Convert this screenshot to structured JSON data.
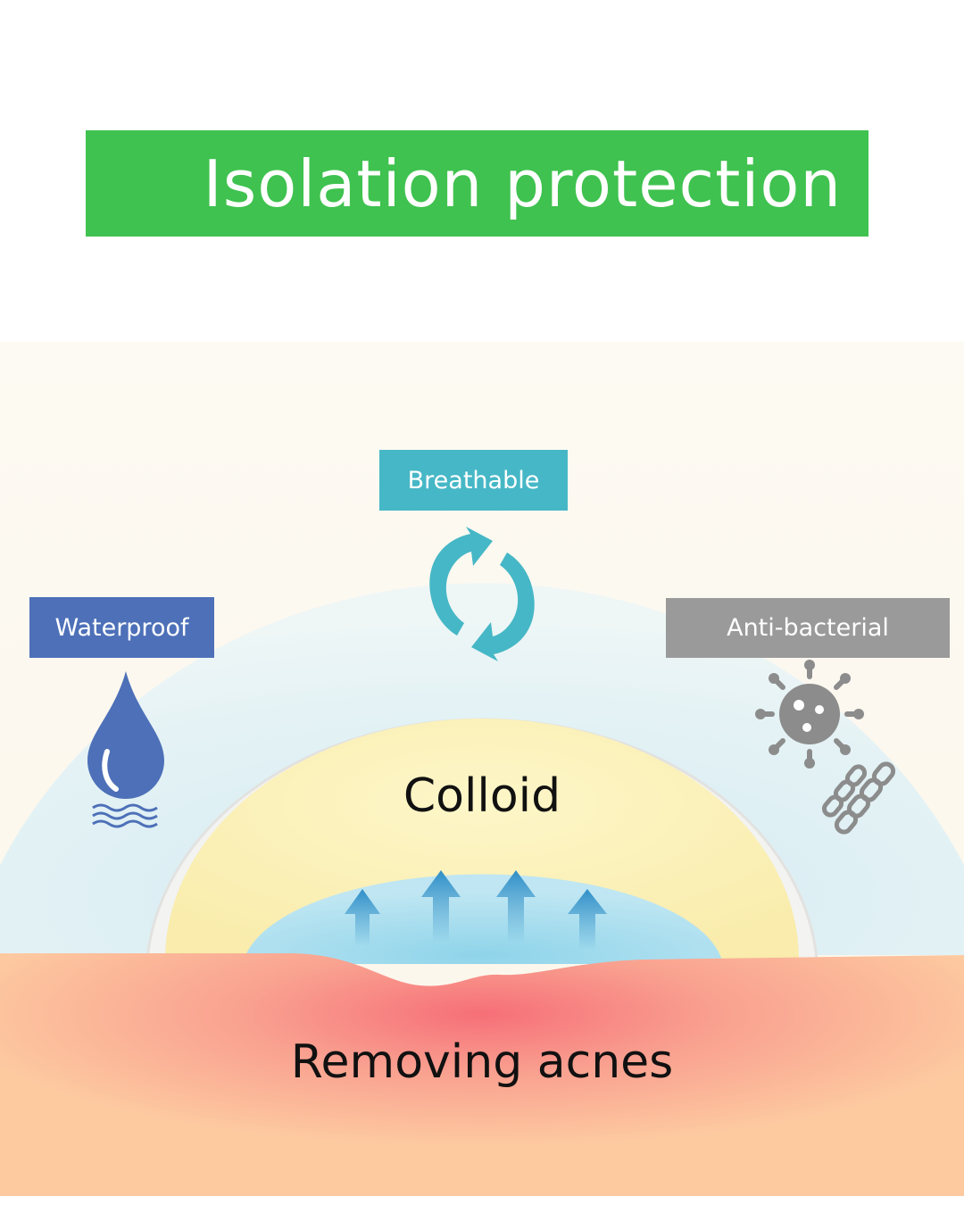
{
  "title": "Isolation protection",
  "labels": {
    "waterproof": "Waterproof",
    "breathable": "Breathable",
    "antibacterial": "Anti-bacterial",
    "colloid": "Colloid",
    "acnes": "Removing acnes"
  },
  "colors": {
    "banner_green": "#3fc24f",
    "waterproof_blue": "#4d70b8",
    "breathable_teal": "#46b7c6",
    "antibacterial_gray": "#9a9a9a",
    "colloid_yellow": "#fbf2b4",
    "skin_peach": "#fdc9a0",
    "acne_red": "#f6767a"
  },
  "icons": [
    "water-drop-icon",
    "refresh-arrows-icon",
    "bacteria-icon",
    "up-arrow-icon"
  ]
}
